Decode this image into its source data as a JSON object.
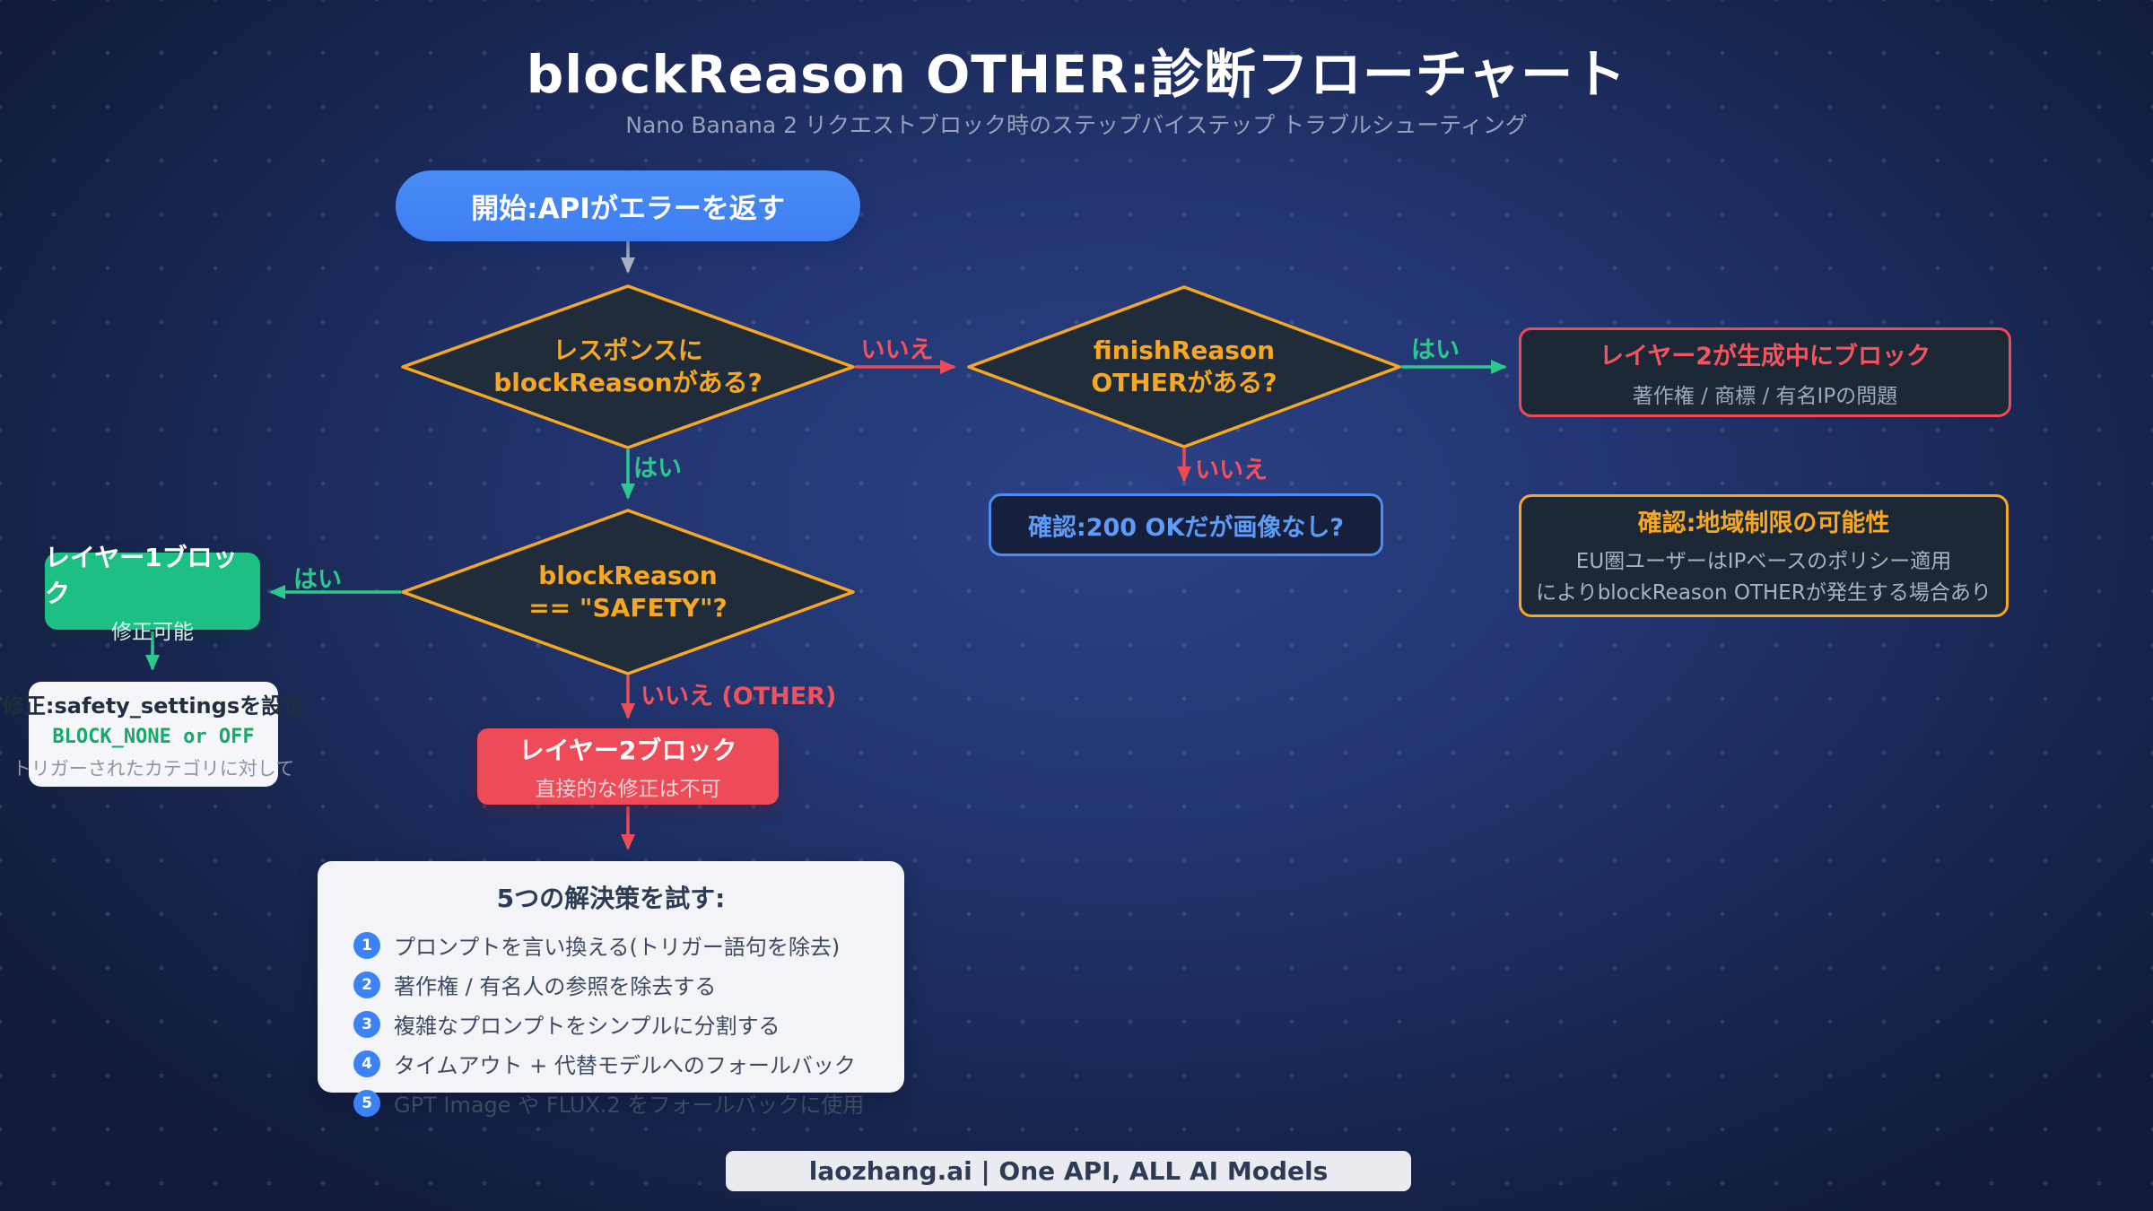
{
  "header": {
    "title": "blockReason OTHER:診断フローチャート",
    "subtitle": "Nano Banana 2 リクエストブロック時のステップバイステップ トラブルシューティング"
  },
  "flow": {
    "start_label": "開始:APIがエラーを返す",
    "decision_blockreason": {
      "line1": "レスポンスに",
      "line2": "blockReasonがある?"
    },
    "decision_finishreason": {
      "line1": "finishReason",
      "line2": "OTHERがある?"
    },
    "decision_safety": {
      "line1": "blockReason",
      "line2": "== \"SAFETY\"?"
    },
    "labels": {
      "d1_no": "いいえ",
      "d1_yes": "はい",
      "d2_yes": "はい",
      "d2_no": "いいえ",
      "d3_yes": "はい",
      "d3_no": "いいえ (OTHER)"
    },
    "layer2_generation": {
      "title": "レイヤー2が生成中にブロック",
      "subtitle": "著作権 / 商標 / 有名IPの問題"
    },
    "check_200": {
      "label": "確認:200 OKだが画像なし?"
    },
    "region_check": {
      "title": "確認:地域制限の可能性",
      "line1": "EU圏ユーザーはIPベースのポリシー適用",
      "line2": "によりblockReason OTHERが発生する場合あり"
    },
    "layer1_block": {
      "title": "レイヤー1ブロック",
      "subtitle": "修正可能"
    },
    "fix_safety": {
      "title": "修正:safety_settingsを設定",
      "code": "BLOCK_NONE or OFF",
      "note": "トリガーされたカテゴリに対して"
    },
    "layer2_block": {
      "title": "レイヤー2ブロック",
      "subtitle": "直接的な修正は不可"
    },
    "solutions": {
      "title": "5つの解決策を試す:",
      "items": [
        {
          "num": "1",
          "text": "プロンプトを言い換える(トリガー語句を除去)"
        },
        {
          "num": "2",
          "text": "著作権 / 有名人の参照を除去する"
        },
        {
          "num": "3",
          "text": "複雑なプロンプトをシンプルに分割する"
        },
        {
          "num": "4",
          "text": "タイムアウト + 代替モデルへのフォールバック"
        },
        {
          "num": "5",
          "text": "GPT Image や FLUX.2 をフォールバックに使用"
        }
      ]
    }
  },
  "footer": {
    "label": "laozhang.ai | One API, ALL AI Models"
  },
  "colors": {
    "accent_orange": "#f6a723",
    "accent_red": "#ee4b58",
    "accent_green": "#2bc98c",
    "accent_blue": "#4285f4",
    "node_dark_fill": "#1d2836",
    "background_navy": "#223570"
  }
}
